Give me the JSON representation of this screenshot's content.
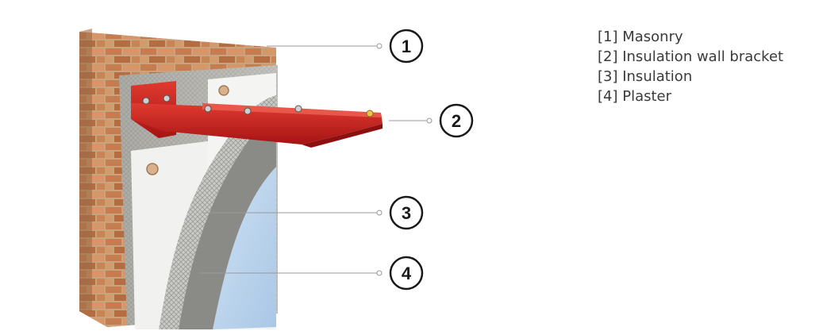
{
  "callouts": [
    {
      "number": "1"
    },
    {
      "number": "2"
    },
    {
      "number": "3"
    },
    {
      "number": "4"
    }
  ],
  "legend": [
    "[1] Masonry",
    "[2] Insulation wall bracket",
    "[3] Insulation",
    "[4] Plaster"
  ],
  "colors": {
    "brick": "#c98a5a",
    "mortar": "#bdb8ad",
    "bracket": "#c81e1e",
    "insulation": "#f1f1ef",
    "mesh_mortar": "#8a8a86",
    "plaster": "#bcd6ee",
    "callout": "#1a1a1a"
  }
}
